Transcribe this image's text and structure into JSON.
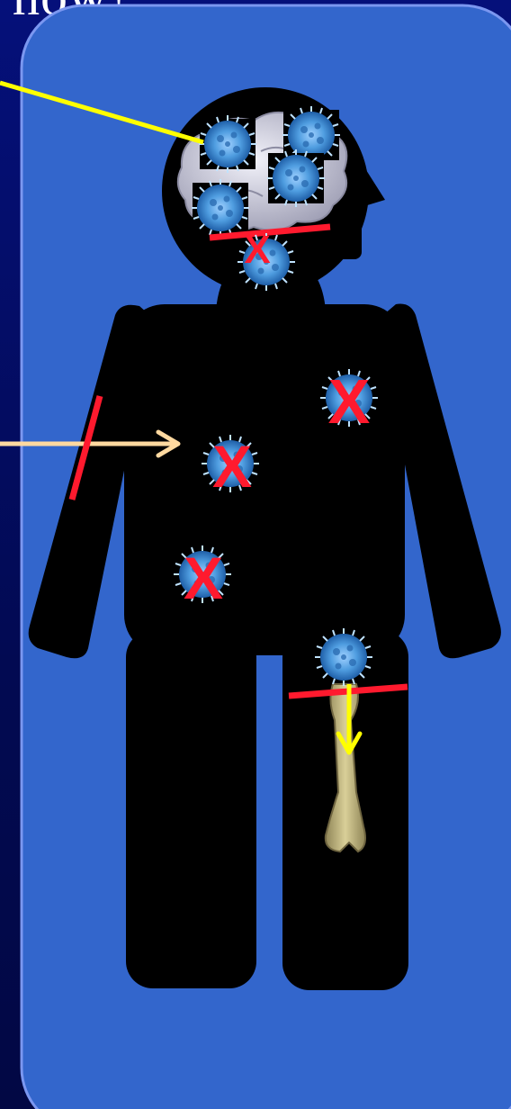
{
  "title_fragment": "how?",
  "colors": {
    "background": "#020a4a",
    "panel": "#3366cc",
    "panel_border": "#6f8ff0",
    "body": "#000000",
    "brain": "#c4c4d4",
    "virus": "#4f9de0",
    "virus_core": "#2b6db3",
    "block_mark": "#ff1a2e",
    "arrow_yellow": "#ffff00",
    "arrow_peach": "#ffd9a0",
    "bone": "#bfb37c"
  },
  "icons": {
    "virus": "virus-icon",
    "brain": "brain-icon",
    "bone": "femur-bone-icon",
    "block": "red-x-mark"
  },
  "marks": {
    "cross_label": "X"
  }
}
